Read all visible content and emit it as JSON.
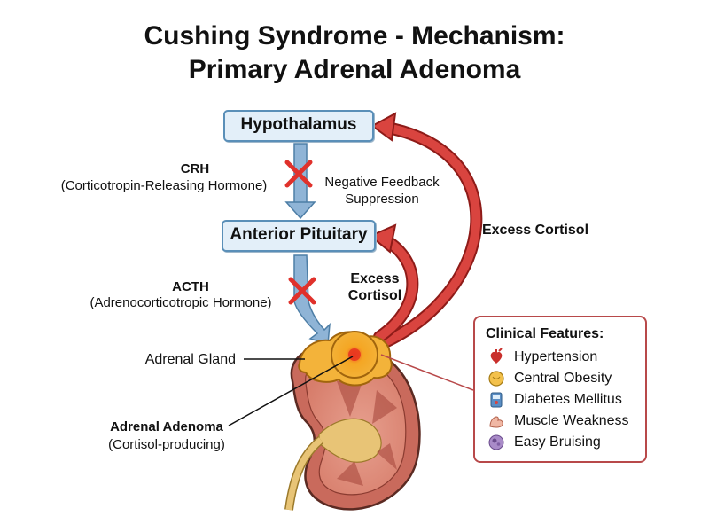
{
  "title": {
    "line1": "Cushing Syndrome - Mechanism:",
    "line2": "Primary Adrenal Adenoma"
  },
  "nodes": {
    "hypothalamus": "Hypothalamus",
    "anterior_pituitary": "Anterior Pituitary"
  },
  "hormones": {
    "crh": "CRH",
    "crh_full": "(Corticotropin-Releasing Hormone)",
    "acth": "ACTH",
    "acth_full": "(Adrenocorticotropic Hormone)"
  },
  "feedback": {
    "negative_line1": "Negative Feedback",
    "negative_line2": "Suppression",
    "excess_cortisol_outer": "Excess Cortisol",
    "excess_cortisol_inner_line1": "Excess",
    "excess_cortisol_inner_line2": "Cortisol"
  },
  "anatomy": {
    "adrenal_gland": "Adrenal Gland",
    "adrenal_adenoma": "Adrenal Adenoma",
    "adrenal_adenoma_note": "(Cortisol-producing)"
  },
  "clinical_features": {
    "title": "Clinical Features:",
    "items": [
      {
        "label": "Hypertension",
        "icon": "heart-vessel-icon"
      },
      {
        "label": "Central Obesity",
        "icon": "torso-icon"
      },
      {
        "label": "Diabetes Mellitus",
        "icon": "glucose-meter-icon"
      },
      {
        "label": "Muscle Weakness",
        "icon": "arm-muscle-icon"
      },
      {
        "label": "Easy Bruising",
        "icon": "bruise-icon"
      }
    ]
  },
  "colors": {
    "box_fill": "#e3eff9",
    "box_border": "#5a8fb8",
    "down_arrow": "#8fb4d6",
    "feedback_arrow": "#d9443f",
    "block_x": "#e0312b",
    "adenoma": "#f2a31e",
    "kidney": "#c96a5c"
  }
}
